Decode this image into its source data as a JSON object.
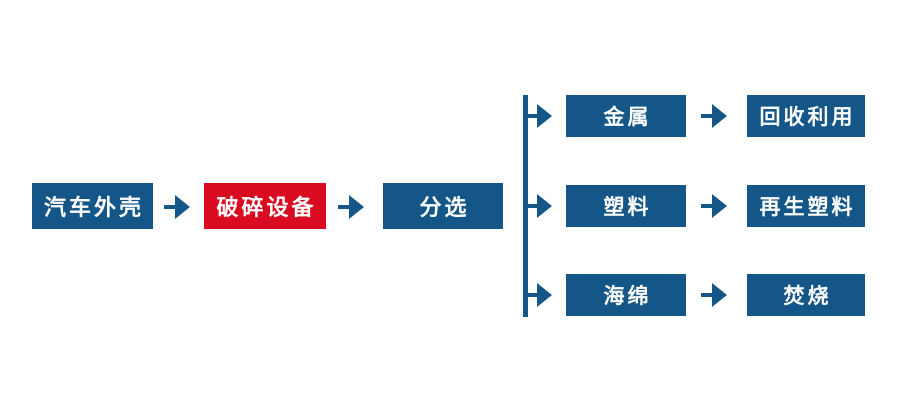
{
  "flowchart": {
    "main_flow": [
      {
        "label": "汽车外壳"
      },
      {
        "label": "破碎设备"
      },
      {
        "label": "分选"
      }
    ],
    "branches": [
      {
        "material": "金属",
        "treatment": "回收利用"
      },
      {
        "material": "塑料",
        "treatment": "再生塑料"
      },
      {
        "material": "海绵",
        "treatment": "焚烧"
      }
    ],
    "colors": {
      "node_blue": "#135687",
      "node_red": "#DA0A20",
      "arrow": "#135687",
      "text": "#FFFFFF"
    }
  }
}
